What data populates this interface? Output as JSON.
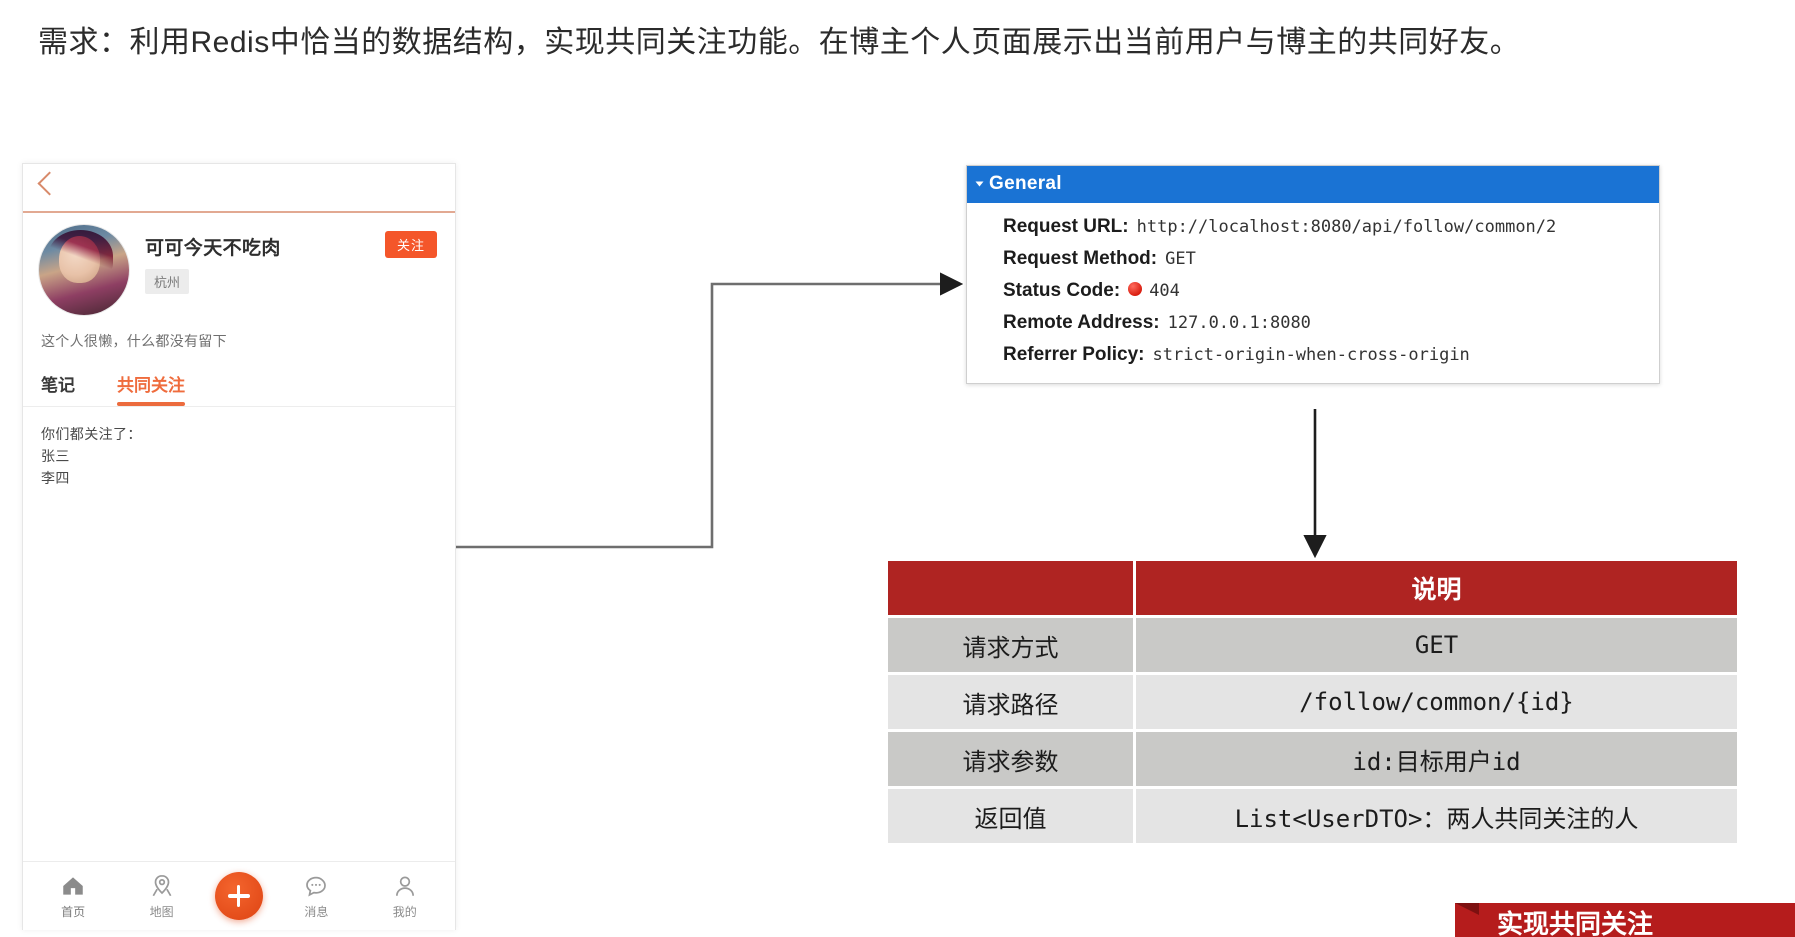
{
  "heading": {
    "text": "需求：利用Redis中恰当的数据结构，实现共同关注功能。在博主个人页面展示出当前用户与博主的共同好友。"
  },
  "phone": {
    "back_icon": "chevron-left-icon",
    "profile": {
      "nickname": "可可今天不吃肉",
      "location": "杭州",
      "follow_button": "关注",
      "bio": "这个人很懒，什么都没有留下"
    },
    "tabs": [
      {
        "label": "笔记",
        "active": false
      },
      {
        "label": "共同关注",
        "active": true
      }
    ],
    "common_follow": {
      "title": "你们都关注了：",
      "names": [
        "张三",
        "李四"
      ]
    },
    "tabbar": [
      {
        "label": "首页",
        "icon": "home-icon"
      },
      {
        "label": "地图",
        "icon": "map-pin-icon"
      },
      {
        "label": "",
        "icon": "plus-button-icon"
      },
      {
        "label": "消息",
        "icon": "chat-bubble-icon"
      },
      {
        "label": "我的",
        "icon": "user-icon"
      }
    ],
    "accent_color": "#f4562a"
  },
  "devtools": {
    "section_title": "General",
    "header_color": "#1a73d4",
    "rows": [
      {
        "key": "Request URL:",
        "value": "http://localhost:8080/api/follow/common/2",
        "status_dot": false
      },
      {
        "key": "Request Method:",
        "value": "GET",
        "status_dot": false
      },
      {
        "key": "Status Code:",
        "value": "404",
        "status_dot": true
      },
      {
        "key": "Remote Address:",
        "value": "127.0.0.1:8080",
        "status_dot": false
      },
      {
        "key": "Referrer Policy:",
        "value": "strict-origin-when-cross-origin",
        "status_dot": false
      }
    ],
    "status_dot_color": "#d91f11"
  },
  "spec_table": {
    "header_color": "#af2422",
    "headers": [
      "",
      "说明"
    ],
    "rows": [
      {
        "label": "请求方式",
        "value": "GET",
        "mono": true
      },
      {
        "label": "请求路径",
        "value": "/follow/common/{id}",
        "mono": true
      },
      {
        "label": "请求参数",
        "value": "id:目标用户id",
        "mono": true
      },
      {
        "label": "返回值",
        "value": "List<UserDTO>：两人共同关注的人",
        "mono": true
      }
    ]
  },
  "banner": {
    "text": "实现共同关注",
    "color": "#b51c1c"
  }
}
